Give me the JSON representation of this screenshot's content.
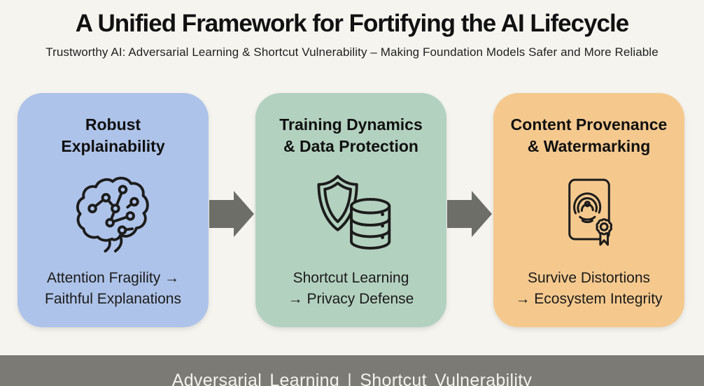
{
  "page": {
    "background": "#f5f4ef",
    "ink": "#161616"
  },
  "header": {
    "title": "A Unified Framework for Fortifying the AI Lifecycle",
    "subtitle": "Trustworthy AI: Adversarial Learning & Shortcut Vulnerability – Making Foundation Models Safer and More Reliable"
  },
  "cards": [
    {
      "title": "Robust\nExplainability",
      "icon": "brain-circuit-icon",
      "caption": "Attention Fragility →\nFaithful Explanations",
      "color": "#aec3e9"
    },
    {
      "title": "Training Dynamics\n& Data Protection",
      "icon": "shield-database-icon",
      "caption": "Shortcut Learning\n→ Privacy Defense",
      "color": "#b3d1bf"
    },
    {
      "title": "Content Provenance\n& Watermarking",
      "icon": "certificate-fingerprint-icon",
      "caption": "Survive Distortions\n→ Ecosystem Integrity",
      "color": "#f5c98e"
    }
  ],
  "arrows": {
    "color": "#6e6e69"
  },
  "footer": {
    "text": "Adversarial Learning | Shortcut Vulnerability",
    "background": "#7b7a75",
    "text_color": "#f4f3ee"
  }
}
